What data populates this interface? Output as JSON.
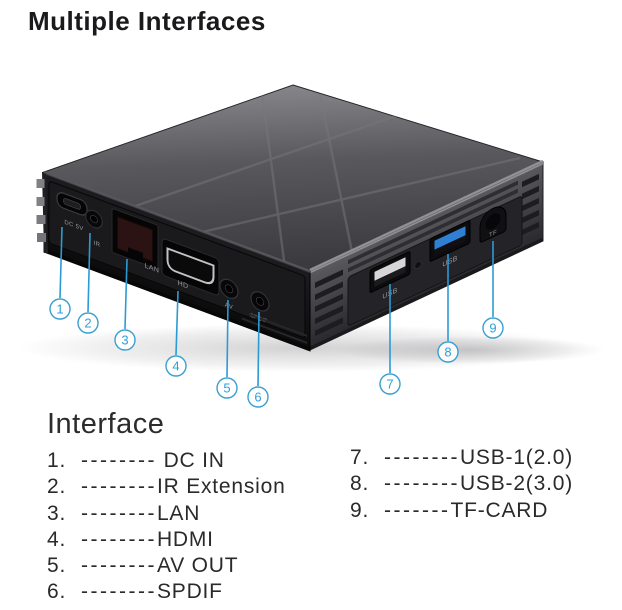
{
  "title": "Multiple Interfaces",
  "device": {
    "accent_color": "#2f9fd8",
    "usb3_color": "#2f80d2",
    "port_labels": {
      "dc": "DC 5V",
      "ir": "IR",
      "lan": "LAN",
      "hdmi": "HD",
      "av": "AV",
      "spdif": "SPDIF",
      "usb1": "USB",
      "usb2": "USB",
      "tf": "TF"
    },
    "callouts": [
      "1",
      "2",
      "3",
      "4",
      "5",
      "6",
      "7",
      "8",
      "9"
    ]
  },
  "legend": {
    "heading": "Interface",
    "items": [
      {
        "num": "1.",
        "dashes": "--------",
        "label": " DC IN"
      },
      {
        "num": "2.",
        "dashes": "--------",
        "label": "IR Extension"
      },
      {
        "num": "3.",
        "dashes": "--------",
        "label": "LAN"
      },
      {
        "num": "4.",
        "dashes": "--------",
        "label": "HDMI"
      },
      {
        "num": "5.",
        "dashes": "--------",
        "label": "AV OUT"
      },
      {
        "num": "6.",
        "dashes": "--------",
        "label": "SPDIF"
      },
      {
        "num": "7.",
        "dashes": "--------",
        "label": "USB-1(2.0)"
      },
      {
        "num": "8.",
        "dashes": "--------",
        "label": "USB-2(3.0)"
      },
      {
        "num": "9.",
        "dashes": "-------",
        "label": "TF-CARD"
      }
    ]
  }
}
